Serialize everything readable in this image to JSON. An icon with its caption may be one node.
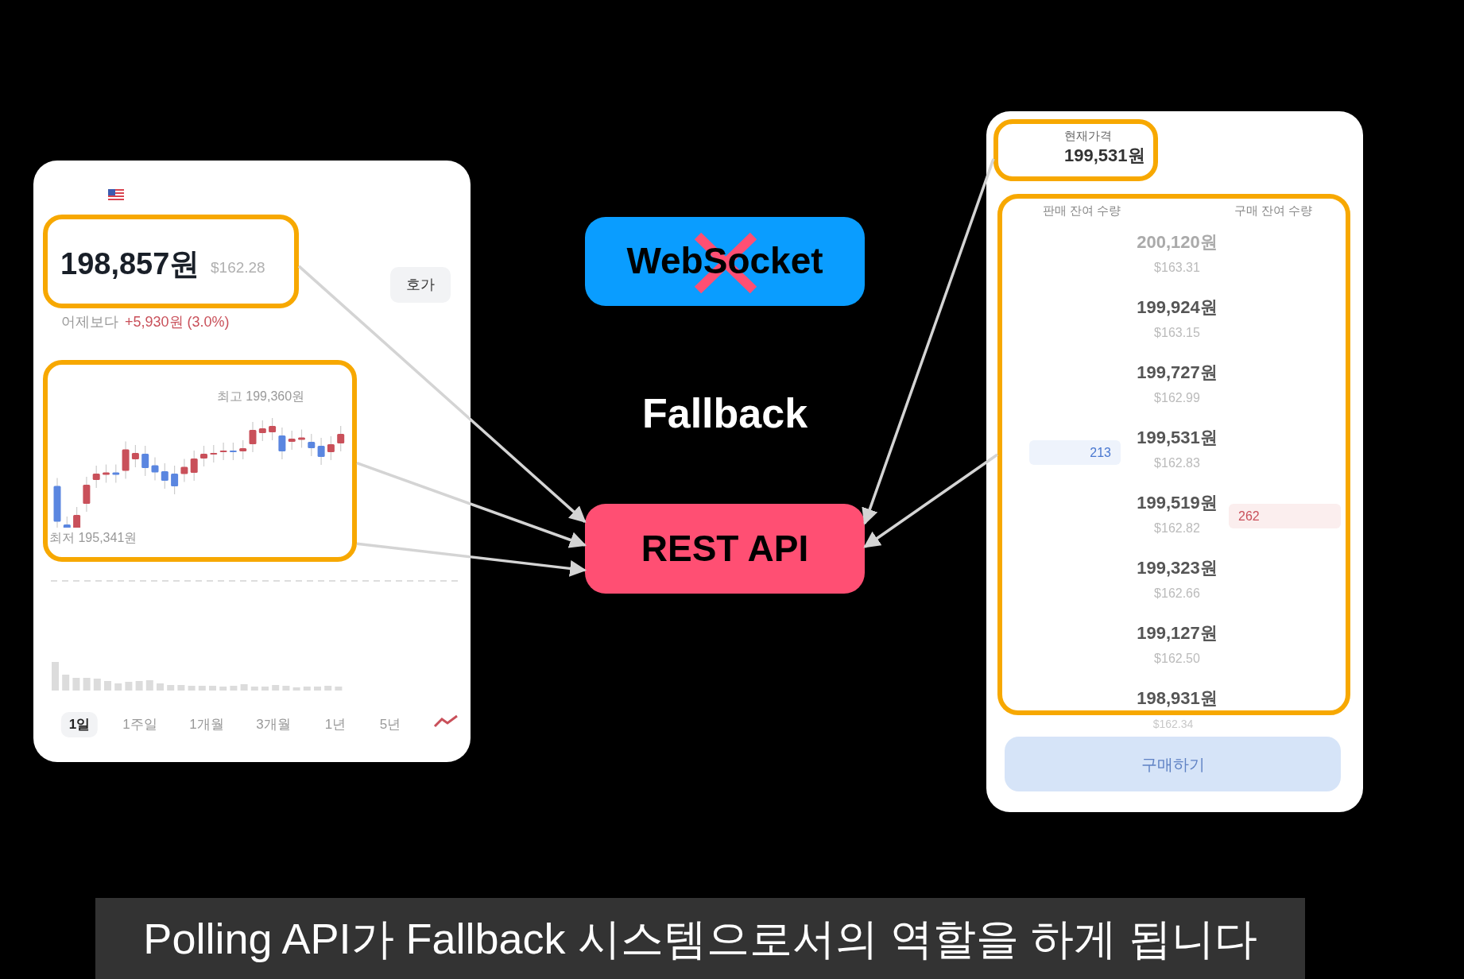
{
  "diagram": {
    "caption": "Polling API가 Fallback 시스템으로서의 역할을 하게 됩니다",
    "nodes": [
      {
        "text": [
          "호가",
          "어제보다",
          "+5,930원 (3.0%)",
          "1일",
          "1주일",
          "1개월",
          "3개월",
          "1년",
          "5년"
        ]
      },
      {
        "text": [
          "198,857원",
          "$162.28"
        ],
        "in": 0
      },
      {
        "text": [
          "최고 199,360원",
          "최저 195,341원"
        ],
        "in": 0
      },
      {
        "text": [
          "WebSocket"
        ]
      },
      {
        "text": [
          "REST API"
        ]
      },
      {
        "text": [
          "$162.34",
          "구매하기"
        ]
      },
      {
        "text": [
          "현재가격",
          "199,531원"
        ],
        "in": 5
      },
      {
        "text": [
          "판매 잔여 수량",
          "구매 잔여 수량",
          "200,120원",
          "$163.31",
          "199,924원",
          "$163.15",
          "199,727원",
          "$162.99",
          "199,531원",
          "$162.83",
          "213",
          "199,519원",
          "$162.82",
          "262",
          "199,323원",
          "$162.66",
          "199,127원",
          "$162.50",
          "198,931원"
        ],
        "in": 5
      }
    ],
    "edges": [
      {
        "from": 1,
        "to": 4,
        "arrow": "to"
      },
      {
        "from": 2,
        "to": 4,
        "arrow": "to"
      },
      {
        "from": 2,
        "to": 4,
        "arrow": "to"
      },
      {
        "from": 6,
        "to": 4,
        "arrow": "to"
      },
      {
        "from": 7,
        "to": 4,
        "arrow": "to"
      }
    ],
    "labels": [
      "Fallback"
    ]
  }
}
